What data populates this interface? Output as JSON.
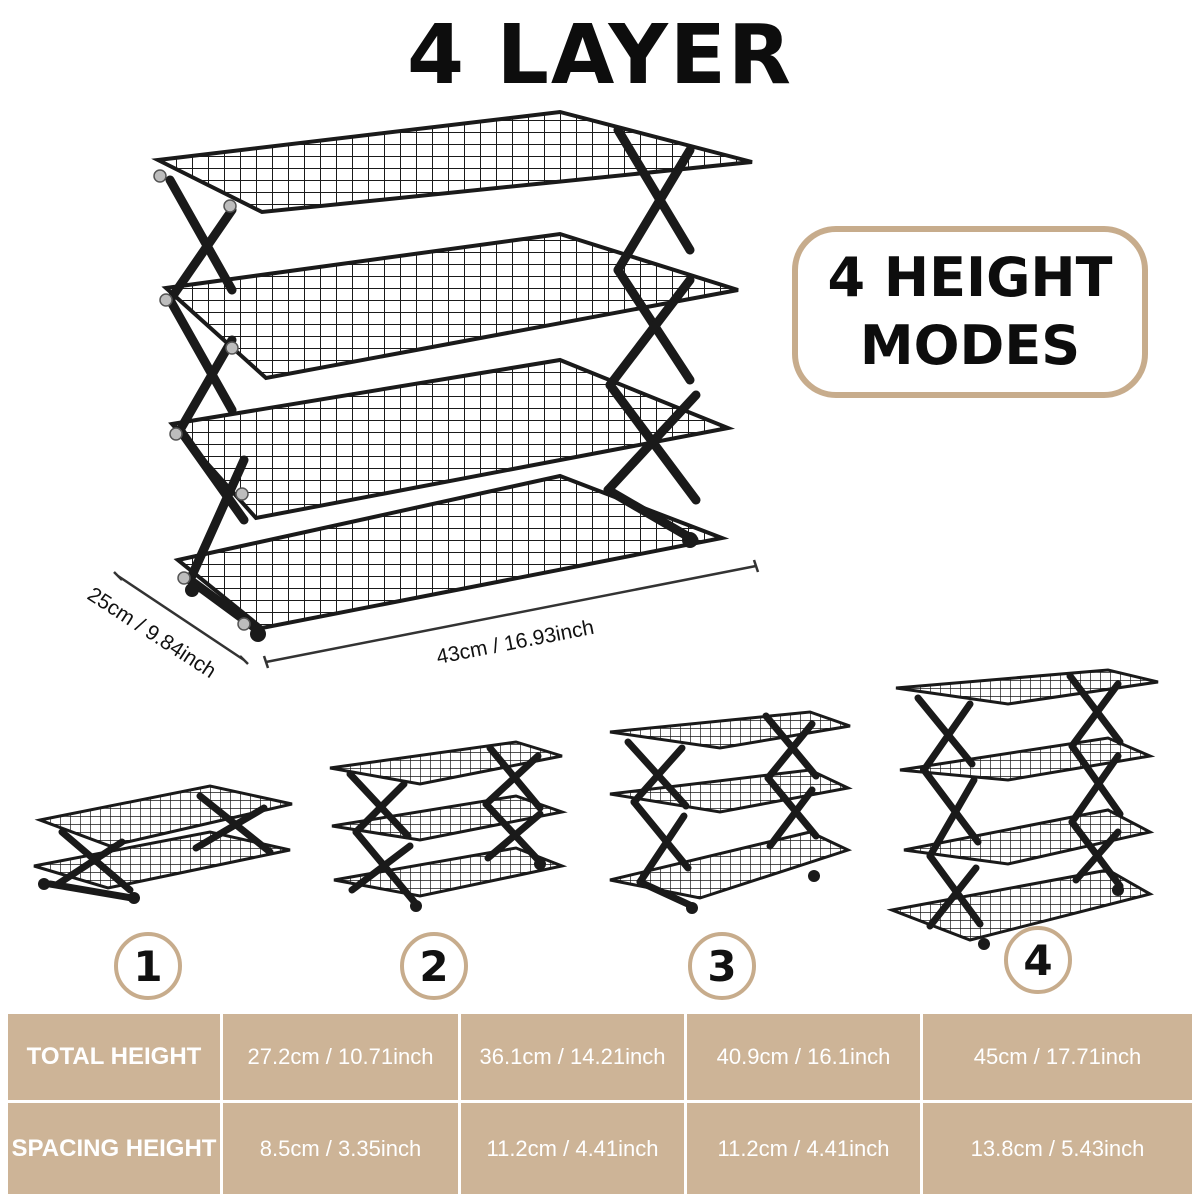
{
  "title": "4 LAYER",
  "badge": {
    "line1": "4 HEIGHT",
    "line2": "MODES"
  },
  "dimensions": {
    "depth": "25cm / 9.84inch",
    "width": "43cm / 16.93inch"
  },
  "modes": [
    "1",
    "2",
    "3",
    "4"
  ],
  "table": {
    "rows": [
      {
        "label": "TOTAL HEIGHT",
        "values": [
          "27.2cm / 10.71inch",
          "36.1cm / 14.21inch",
          "40.9cm / 16.1inch",
          "45cm / 17.71inch"
        ]
      },
      {
        "label": "SPACING HEIGHT",
        "values": [
          "8.5cm / 3.35inch",
          "11.2cm / 4.41inch",
          "11.2cm / 4.41inch",
          "13.8cm / 5.43inch"
        ]
      }
    ]
  },
  "colors": {
    "accent": "#c7ac8c",
    "table_bg": "#cdb497",
    "rack": "#1a1a1a"
  }
}
